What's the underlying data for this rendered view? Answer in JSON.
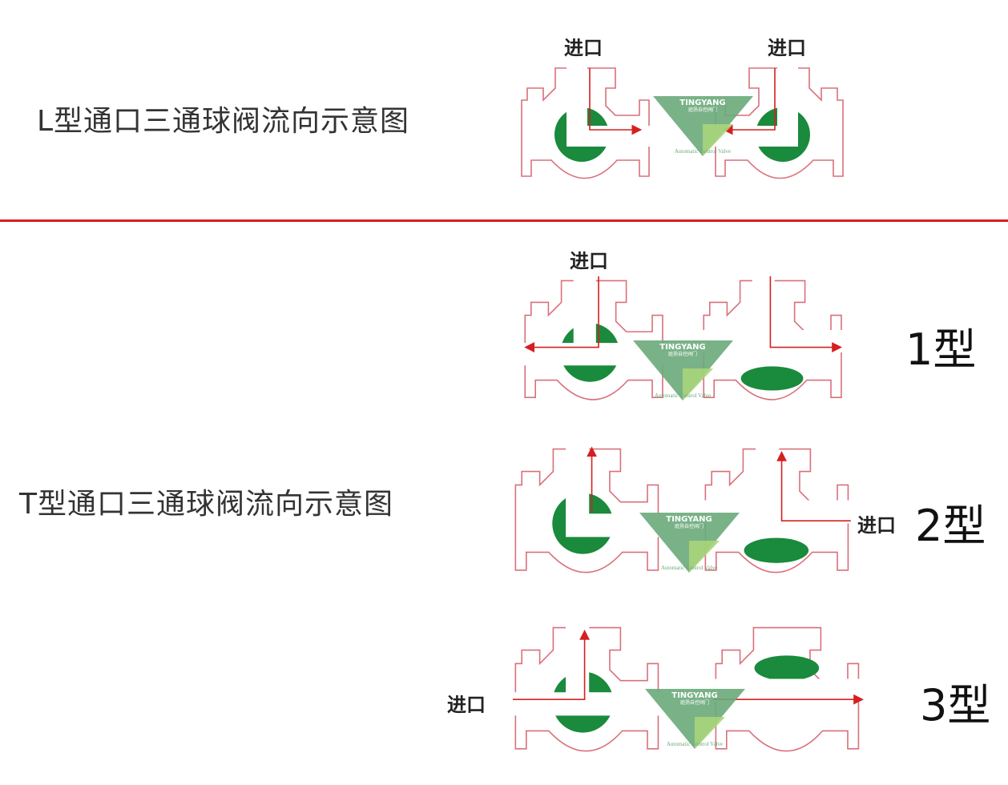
{
  "l_section": {
    "title": "L型通口三通球阀流向示意图",
    "inlet_left": "进口",
    "inlet_right": "进口"
  },
  "t_section": {
    "title": "T型通口三通球阀流向示意图",
    "type1": {
      "label": "1型",
      "inlet": "进口"
    },
    "type2": {
      "label": "2型",
      "inlet": "进口"
    },
    "type3": {
      "label": "3型",
      "inlet": "进口"
    }
  },
  "watermark": {
    "brand": "TINGYANG",
    "brand_cn": "庭扬自控阀门",
    "tagline": "Automatic Control Valve"
  },
  "colors": {
    "outline": "#d9707a",
    "ball": "#1a8a3c",
    "arrow": "#d42020",
    "divider": "#d42020",
    "logo": "#6aaa7a",
    "logo_light": "#a8d47a"
  }
}
